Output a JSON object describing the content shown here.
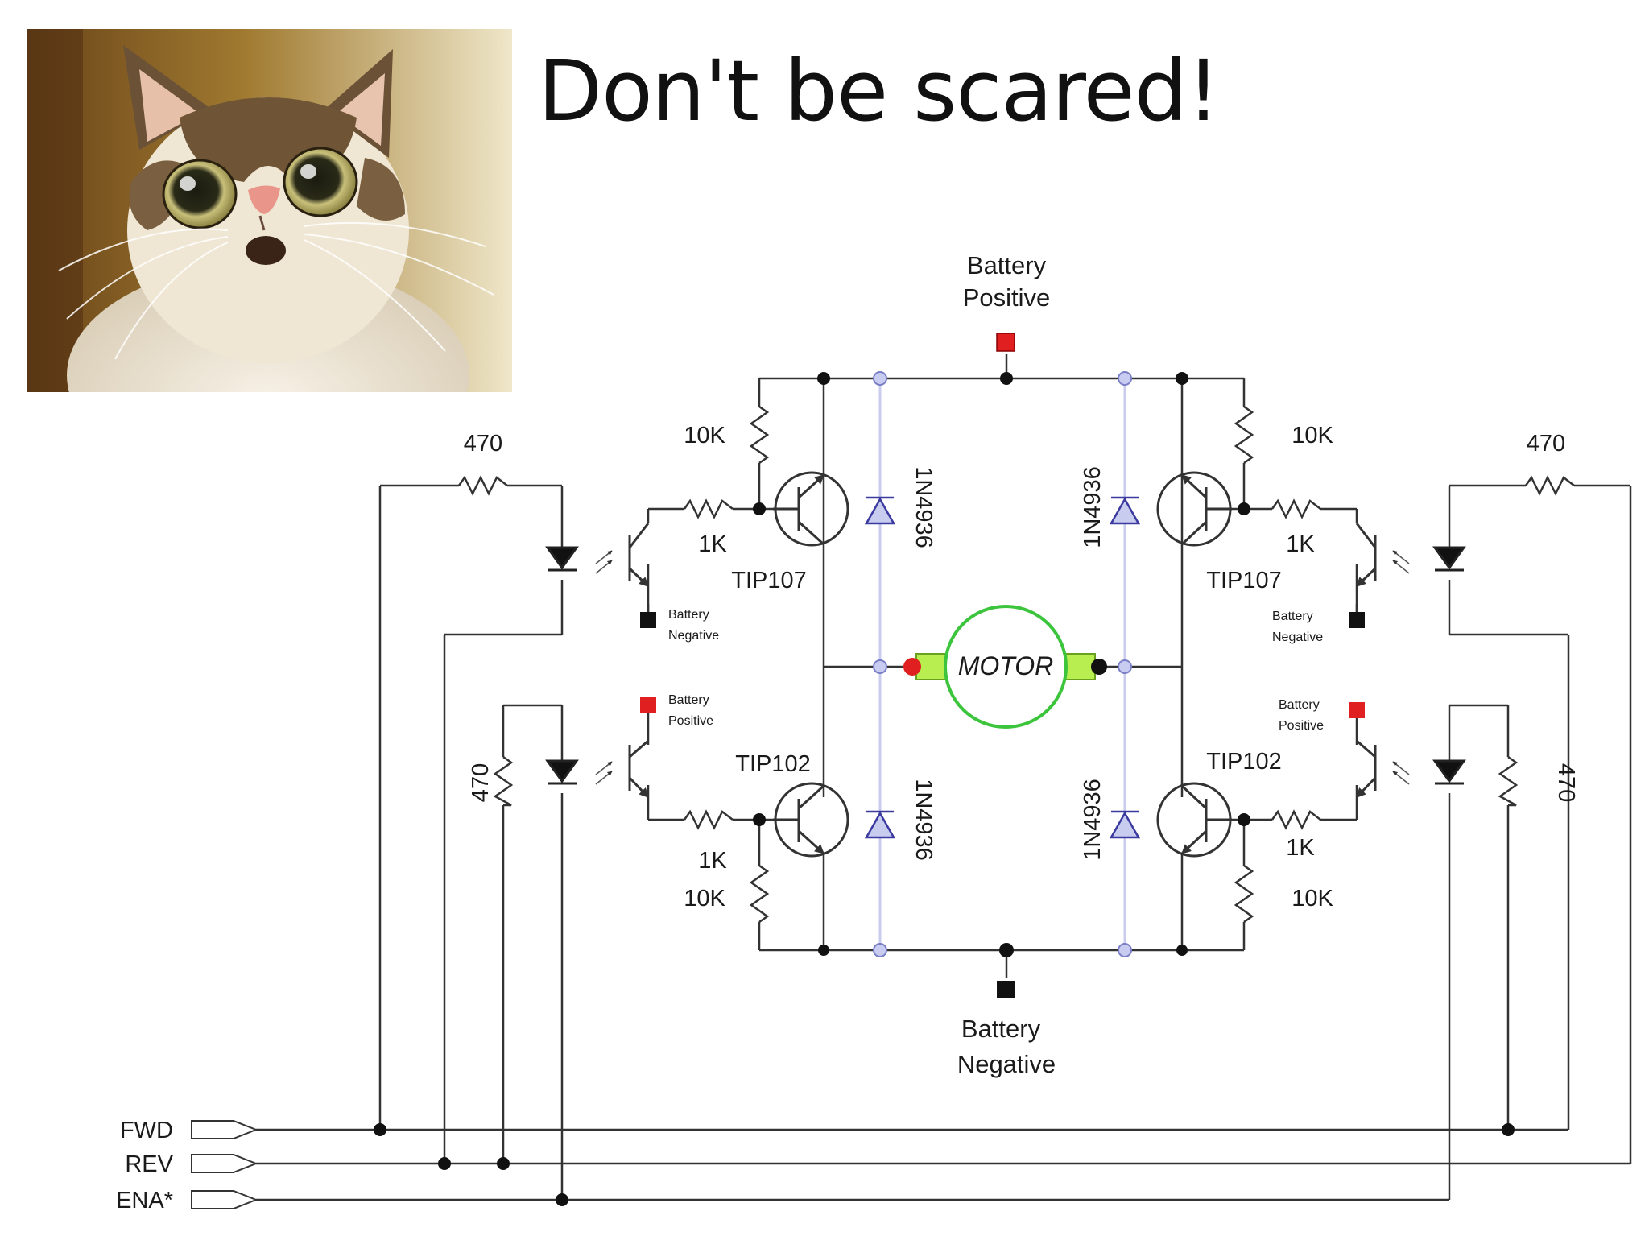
{
  "slide": {
    "title": "Don't be scared!"
  },
  "photo": {
    "icon": "scared-cat-photo"
  },
  "diagram": {
    "top_rail": {
      "line1": "Battery",
      "line2": "Positive"
    },
    "bottom_rail": {
      "line1": "Battery",
      "line2": "Negative"
    },
    "motor_label": "MOTOR",
    "upper_left": {
      "base_resistor": "1K",
      "pull_resistor": "10K",
      "transistor": "TIP107",
      "opto_resistor": "470",
      "opto_label_1": "Battery",
      "opto_label_2": "Negative"
    },
    "upper_right": {
      "base_resistor": "1K",
      "pull_resistor": "10K",
      "transistor": "TIP107",
      "opto_resistor": "470",
      "opto_label_1": "Battery",
      "opto_label_2": "Negative"
    },
    "lower_left": {
      "base_resistor": "1K",
      "pull_resistor": "10K",
      "transistor": "TIP102",
      "opto_resistor": "470",
      "opto_label_1": "Battery",
      "opto_label_2": "Positive"
    },
    "lower_right": {
      "base_resistor": "1K",
      "pull_resistor": "10K",
      "transistor": "TIP102",
      "opto_resistor": "470",
      "opto_label_1": "Battery",
      "opto_label_2": "Positive"
    },
    "diodes": [
      "1N4936",
      "1N4936",
      "1N4936",
      "1N4936"
    ],
    "inputs": [
      "FWD",
      "REV",
      "ENA*"
    ],
    "colors": {
      "wire": "#333333",
      "diode": "#3a3aa0",
      "diode_fill": "#c8cdf0",
      "diode_wire": "#c9ccec",
      "node_open": "#c8ccf0",
      "positive_terminal": "#e02020",
      "negative_terminal": "#111111",
      "motor_ring": "#3cc43c",
      "motor_tab": "#b8ee50"
    }
  }
}
